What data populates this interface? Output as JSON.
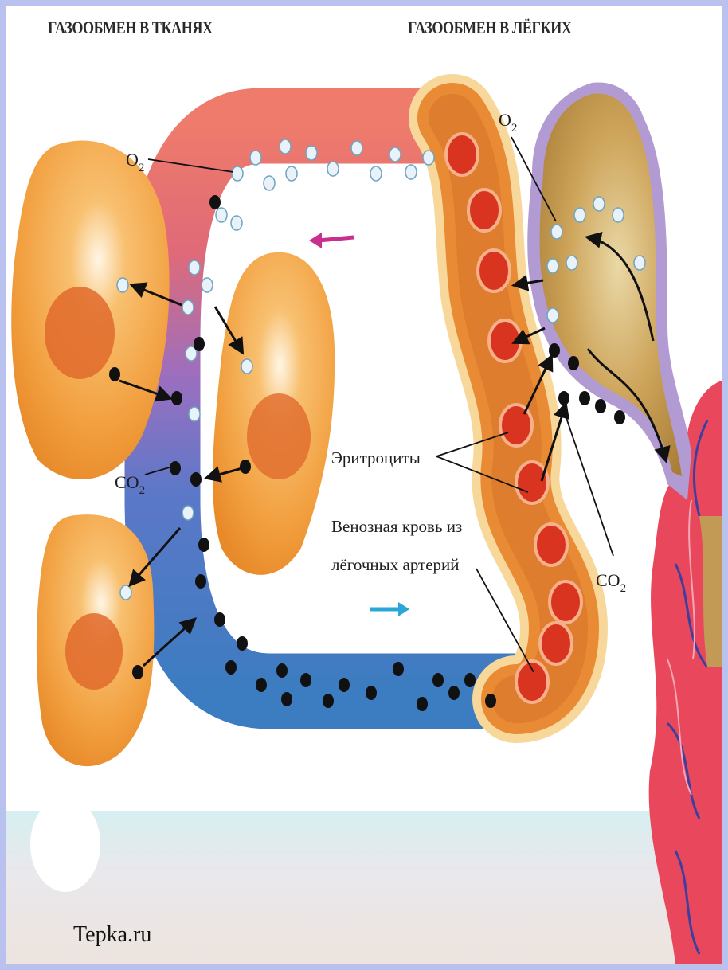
{
  "header_left": "ГАЗООБМЕН В ТКАНЯХ",
  "header_right": "ГАЗООБМЕН В ЛЁГКИХ",
  "labels": {
    "o2_tissue": "O",
    "o2_lung": "O",
    "co2_tissue": "CO",
    "co2_lung": "CO",
    "sub2": "2",
    "erythrocytes": "Эритроциты",
    "venous_line1": "Венозная кровь из",
    "venous_line2": "лёгочных артерий"
  },
  "watermark": "Tepka.ru",
  "colors": {
    "arterial": "#e56a5e",
    "venous": "#3f7fc4",
    "transition": "#7b5fb0",
    "tissue_cell": "#f3a546",
    "alveolus": "#bf9a4e",
    "alveolus_wall": "#b19ad0",
    "o2_dot": "#e8f2f8",
    "co2_dot": "#111111",
    "arrow_arterial": "#c9308e",
    "arrow_venous": "#2aa7d8",
    "page_frame": "#b9c2ef"
  }
}
